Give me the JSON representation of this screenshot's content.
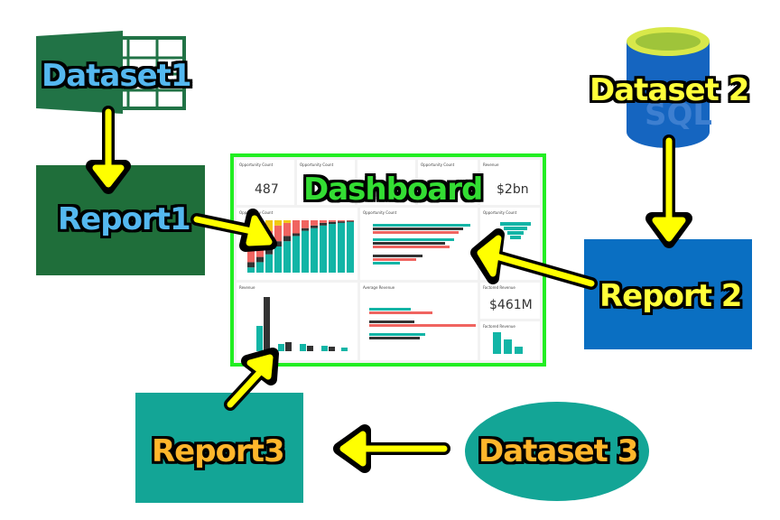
{
  "nodes": {
    "dataset1": "Dataset1",
    "dataset2": "Dataset 2",
    "dataset3": "Dataset 3",
    "report1": "Report1",
    "report2": "Report 2",
    "report3": "Report3",
    "dashboard": "Dashboard"
  },
  "dashboard": {
    "tile_opportunity_count_1": "Opportunity Count",
    "tile_opportunity_count_2": "Opportunity Count",
    "tile_opportunity_count_3": "Opportunity Count",
    "tile_revenue": "Revenue",
    "value_count": "487",
    "value_revenue": "$2bn",
    "tile_opportunity_count_chart": "Opportunity Count",
    "tile_opportunity_count_bars": "Opportunity Count",
    "tile_opportunity_count_funnel": "Opportunity Count",
    "tile_revenue_chart": "Revenue",
    "tile_average_revenue": "Average Revenue",
    "tile_factored_revenue": "Factored Revenue",
    "value_factored": "$461M",
    "tile_factored_revenue_chart": "Factored Revenue"
  },
  "colors": {
    "excel_green": "#217346",
    "report1_bg": "#1f6e3a",
    "report2_bg": "#0a6fc2",
    "report3_bg": "#13a596",
    "dataset3_bg": "#13a596",
    "sql_blue": "#1565c0",
    "sql_yellow_top": "#d8e84a",
    "arrow": "#ffff00",
    "dashboard_border": "#22ee22",
    "teal": "#12b5a6",
    "dark": "#333333",
    "red": "#f06460",
    "yellow": "#f2c811"
  },
  "icons": [
    "excel-icon",
    "sql-database-icon"
  ]
}
